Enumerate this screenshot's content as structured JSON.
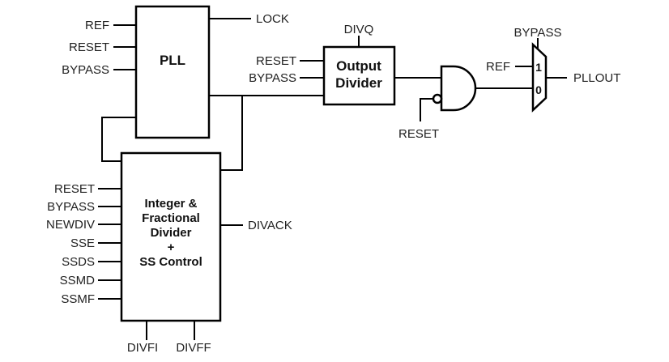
{
  "pll": {
    "title": "PLL",
    "inputs": [
      "REF",
      "RESET",
      "BYPASS"
    ],
    "output": "LOCK"
  },
  "output_divider": {
    "title_line1": "Output",
    "title_line2": "Divider",
    "top_input": "DIVQ",
    "inputs": [
      "RESET",
      "BYPASS"
    ]
  },
  "and_gate": {
    "inverted_input": "RESET"
  },
  "mux": {
    "select": "BYPASS",
    "input_1": "REF",
    "digit_1": "1",
    "digit_0": "0",
    "output": "PLLOUT"
  },
  "divider": {
    "title_lines": [
      "Integer &",
      "Fractional",
      "Divider",
      "+",
      "SS Control"
    ],
    "inputs": [
      "RESET",
      "BYPASS",
      "NEWDIV",
      "SSE",
      "SSDS",
      "SSMD",
      "SSMF"
    ],
    "output": "DIVACK",
    "bottom_inputs": [
      "DIVFI",
      "DIVFF"
    ]
  }
}
